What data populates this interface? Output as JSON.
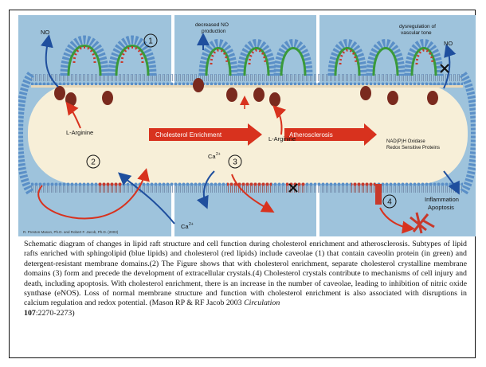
{
  "figure": {
    "panel_labels": [
      "1",
      "2",
      "3",
      "4"
    ],
    "no_label": "NO",
    "decreased_no": [
      "decreased NO",
      "production"
    ],
    "dysregulation": [
      "dysregulation of",
      "vascular tone"
    ],
    "no_label_right": "NO",
    "l_arginine": "L-Arginine",
    "l_arginine_2": "L-Arginine",
    "ca_left": "Ca",
    "ca_mid": "Ca",
    "ca_superscript": "2+",
    "arrow_cholesterol": "Cholesterol Enrichment",
    "arrow_atherosclerosis": "Atherosclerosis",
    "nadph_text": "NAD(P)H Oxidase",
    "redox_text": "Redox Sensitive Proteins",
    "inflammation": "Inflammation",
    "apoptosis": "Apoptosis",
    "credit": "R. Preston Mason, Ph.D. and Robert F. Jacob, Ph.D. (2003)",
    "colors": {
      "background": "#9ec3dc",
      "cell_interior": "#f7efd8",
      "arrow_red": "#d8321e",
      "arrow_blue": "#1f4f9e",
      "membrane_blue": "#5a8fc7",
      "cholesterol_red": "#c8392b",
      "caveolin_green": "#3a9a3a",
      "enos_brown": "#7a2a1e"
    }
  },
  "caption": {
    "text": "Schematic diagram of changes in lipid raft structure and cell function during cholesterol enrichment and atherosclerosis. Subtypes of lipid rafts enriched with sphingolipid (blue lipids) and cholesterol (red lipids) include caveolae (1) that contain caveolin protein (in green) and detergent-resistant membrane domains.(2) The Figure shows that with cholesterol enrichment, separate cholesterol crystalline membrane domains (3) form and precede the development of extracellular crystals.(4) Cholesterol crystals contribute to mechanisms of cell injury and death, including apoptosis. With cholesterol enrichment, there is an increase in the number of caveolae, leading to inhibition of nitric oxide synthase (eNOS). Loss of normal membrane structure and function with cholesterol enrichment is also associated with disruptions in calcium regulation and redox potential. (Mason RP & RF Jacob 2003 ",
    "journal": "Circulation",
    "volume": "107",
    "pages": ":2270-2273)"
  }
}
